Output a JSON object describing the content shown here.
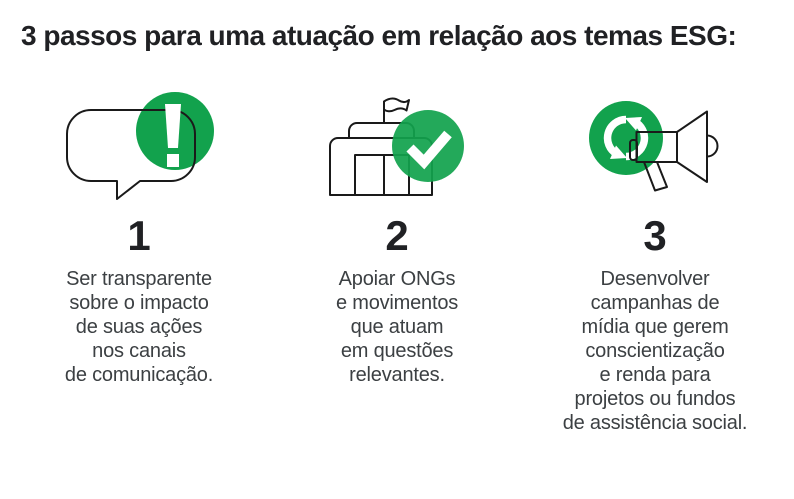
{
  "title": "3 passos para uma atuação em relação aos temas ESG:",
  "theme": {
    "accent_green": "#12A24D",
    "outline_color": "#1A1A1A",
    "title_text_color": "#202124",
    "body_text_color": "#3C4043",
    "background": "#FFFFFF",
    "icon_glyph_color": "#FFFFFF"
  },
  "steps": [
    {
      "number": "1",
      "icon": "speech-bubble-exclamation-icon",
      "text": "Ser transparente\nsobre o impacto\nde suas ações\nnos canais\nde comunicação."
    },
    {
      "number": "2",
      "icon": "building-check-icon",
      "text": "Apoiar ONGs\ne movimentos\nque atuam\nem questões\nrelevantes."
    },
    {
      "number": "3",
      "icon": "megaphone-refresh-icon",
      "text": "Desenvolver\ncampanhas de\nmídia que gerem\nconscientização\ne renda para\nprojetos ou fundos\nde assistência social."
    }
  ]
}
